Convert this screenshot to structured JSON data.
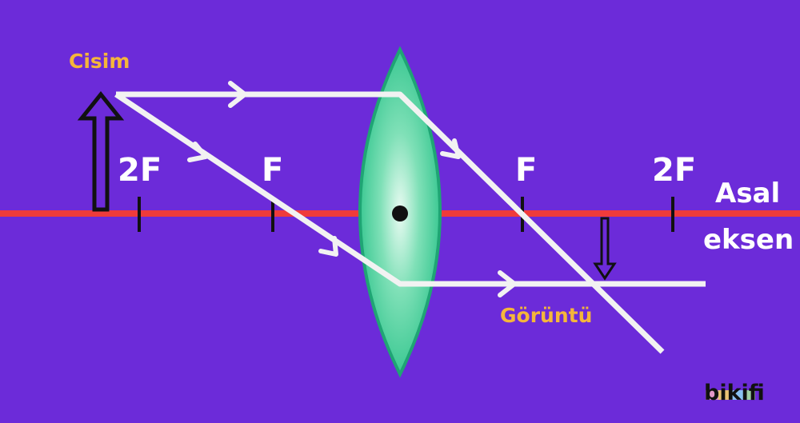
{
  "labels": {
    "object": "Cisim",
    "image": "Görüntü",
    "left_2f": "2F",
    "left_f": "F",
    "right_f": "F",
    "right_2f": "2F",
    "axis_line1": "Asal",
    "axis_line2": "eksen"
  },
  "logo": {
    "text": "bikifi"
  },
  "colors": {
    "background": "#6c2bd9",
    "principal_axis": "#ef3b3b",
    "lens_fill": "#2fc48c",
    "lens_edge": "#1fa574",
    "rays": "#f2f2f2",
    "label_accent": "#f5b63a",
    "label_white": "#ffffff",
    "marks": "#111111"
  }
}
